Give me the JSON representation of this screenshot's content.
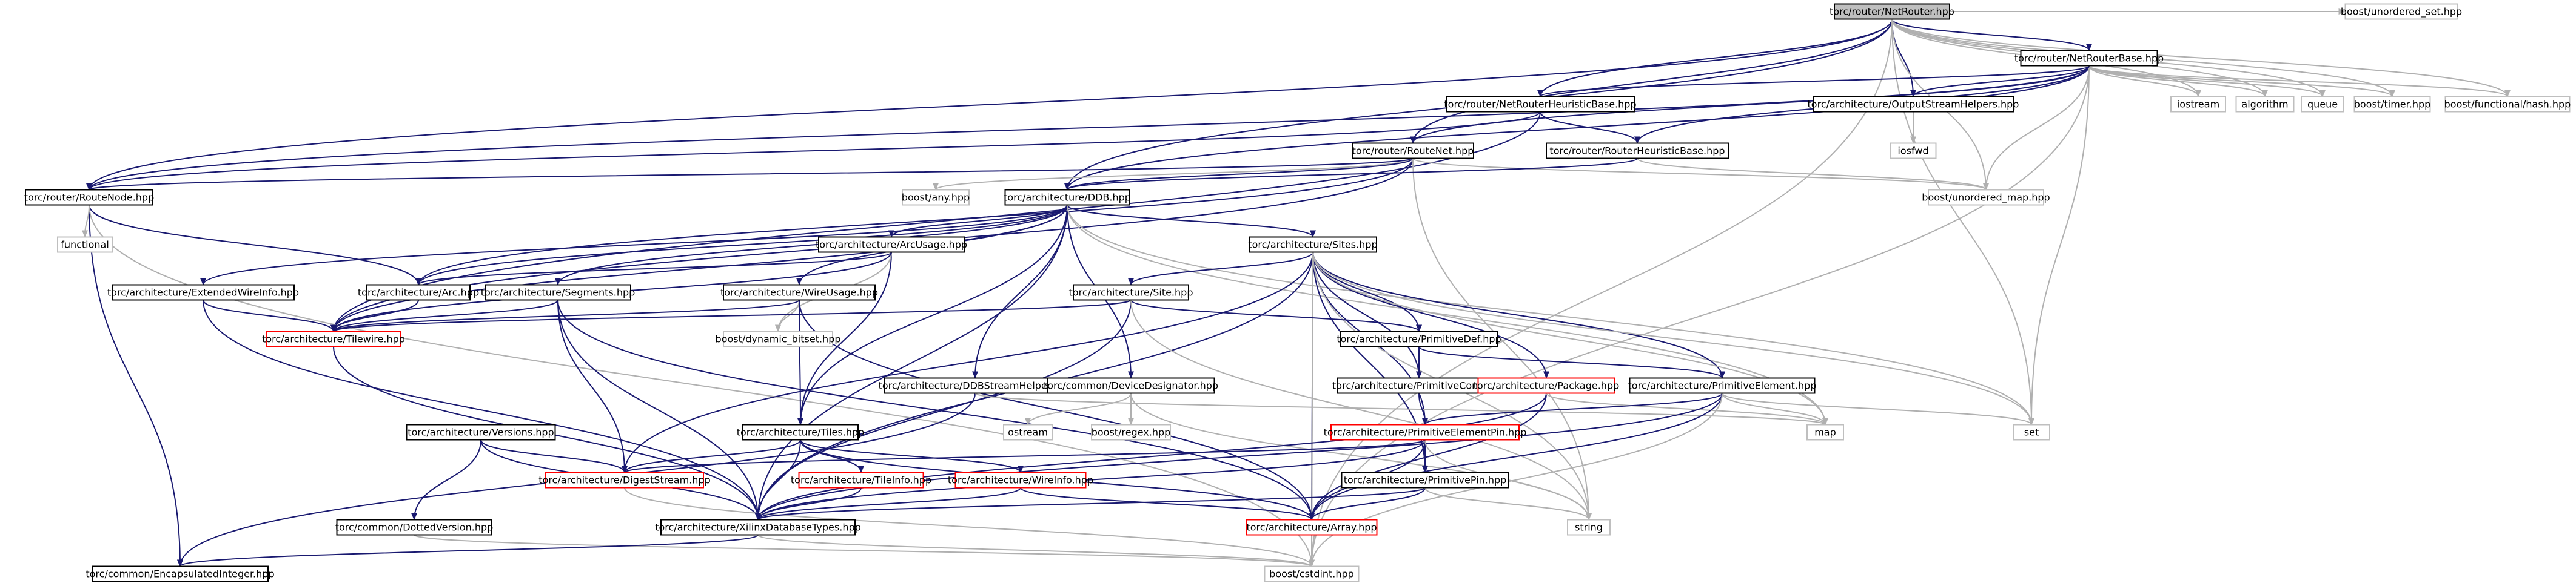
{
  "graph": {
    "colors": {
      "edge": "#191970",
      "edge_light": "#b0b0b0",
      "text": "#000000",
      "box_border": "#000000",
      "box_missing_border": "#bfbfbf",
      "box_external_border": "#ff0000",
      "root_fill": "#bfbfbf",
      "node_fill": "#ffffff"
    },
    "nodes": [
      {
        "id": "router",
        "label": "torc/router/NetRouter.hpp",
        "kind": "root"
      },
      {
        "id": "unordered_set",
        "label": "boost/unordered_set.hpp",
        "kind": "missing"
      },
      {
        "id": "netrouterbase",
        "label": "torc/router/NetRouterBase.hpp",
        "kind": "normal"
      },
      {
        "id": "heurbase",
        "label": "torc/router/NetRouterHeuristicBase.hpp",
        "kind": "normal"
      },
      {
        "id": "outstream",
        "label": "torc/architecture/OutputStreamHelpers.hpp",
        "kind": "normal"
      },
      {
        "id": "iostream",
        "label": "iostream",
        "kind": "missing"
      },
      {
        "id": "algorithm",
        "label": "algorithm",
        "kind": "missing"
      },
      {
        "id": "queue",
        "label": "queue",
        "kind": "missing"
      },
      {
        "id": "timer",
        "label": "boost/timer.hpp",
        "kind": "missing"
      },
      {
        "id": "functionalhash",
        "label": "boost/functional/hash.hpp",
        "kind": "missing"
      },
      {
        "id": "routenet",
        "label": "torc/router/RouteNet.hpp",
        "kind": "normal"
      },
      {
        "id": "routerheur",
        "label": "torc/router/RouterHeuristicBase.hpp",
        "kind": "normal"
      },
      {
        "id": "iosfwd",
        "label": "iosfwd",
        "kind": "missing"
      },
      {
        "id": "routenode",
        "label": "torc/router/RouteNode.hpp",
        "kind": "normal"
      },
      {
        "id": "boostany",
        "label": "boost/any.hpp",
        "kind": "missing"
      },
      {
        "id": "ddb",
        "label": "torc/architecture/DDB.hpp",
        "kind": "normal"
      },
      {
        "id": "unordered_map",
        "label": "boost/unordered_map.hpp",
        "kind": "missing"
      },
      {
        "id": "functional",
        "label": "functional",
        "kind": "missing"
      },
      {
        "id": "arcusage",
        "label": "torc/architecture/ArcUsage.hpp",
        "kind": "normal"
      },
      {
        "id": "sites",
        "label": "torc/architecture/Sites.hpp",
        "kind": "normal"
      },
      {
        "id": "extwire",
        "label": "torc/architecture/ExtendedWireInfo.hpp",
        "kind": "normal"
      },
      {
        "id": "arc",
        "label": "torc/architecture/Arc.hpp",
        "kind": "normal"
      },
      {
        "id": "segments",
        "label": "torc/architecture/Segments.hpp",
        "kind": "normal"
      },
      {
        "id": "wireusage",
        "label": "torc/architecture/WireUsage.hpp",
        "kind": "normal"
      },
      {
        "id": "site",
        "label": "torc/architecture/Site.hpp",
        "kind": "normal"
      },
      {
        "id": "tilewire",
        "label": "torc/architecture/Tilewire.hpp",
        "kind": "external"
      },
      {
        "id": "dynbitset",
        "label": "boost/dynamic_bitset.hpp",
        "kind": "missing"
      },
      {
        "id": "primdef",
        "label": "torc/architecture/PrimitiveDef.hpp",
        "kind": "normal"
      },
      {
        "id": "ddbstream",
        "label": "torc/architecture/DDBStreamHelper.hpp",
        "kind": "normal"
      },
      {
        "id": "devdesig",
        "label": "torc/common/DeviceDesignator.hpp",
        "kind": "normal"
      },
      {
        "id": "primconn",
        "label": "torc/architecture/PrimitiveConn.hpp",
        "kind": "normal"
      },
      {
        "id": "package",
        "label": "torc/architecture/Package.hpp",
        "kind": "external"
      },
      {
        "id": "primelem",
        "label": "torc/architecture/PrimitiveElement.hpp",
        "kind": "normal"
      },
      {
        "id": "versions",
        "label": "torc/architecture/Versions.hpp",
        "kind": "normal"
      },
      {
        "id": "tiles",
        "label": "torc/architecture/Tiles.hpp",
        "kind": "normal"
      },
      {
        "id": "ostream",
        "label": "ostream",
        "kind": "missing"
      },
      {
        "id": "regex",
        "label": "boost/regex.hpp",
        "kind": "missing"
      },
      {
        "id": "primelempin",
        "label": "torc/architecture/PrimitiveElementPin.hpp",
        "kind": "external"
      },
      {
        "id": "map",
        "label": "map",
        "kind": "missing"
      },
      {
        "id": "set",
        "label": "set",
        "kind": "missing"
      },
      {
        "id": "digest",
        "label": "torc/architecture/DigestStream.hpp",
        "kind": "external"
      },
      {
        "id": "tileinfo",
        "label": "torc/architecture/TileInfo.hpp",
        "kind": "external"
      },
      {
        "id": "wireinfo",
        "label": "torc/architecture/WireInfo.hpp",
        "kind": "external"
      },
      {
        "id": "primpin",
        "label": "torc/architecture/PrimitivePin.hpp",
        "kind": "normal"
      },
      {
        "id": "string",
        "label": "string",
        "kind": "missing"
      },
      {
        "id": "dotted",
        "label": "torc/common/DottedVersion.hpp",
        "kind": "normal"
      },
      {
        "id": "xdbtypes",
        "label": "torc/architecture/XilinxDatabaseTypes.hpp",
        "kind": "normal"
      },
      {
        "id": "array",
        "label": "torc/architecture/Array.hpp",
        "kind": "external"
      },
      {
        "id": "encint",
        "label": "torc/common/EncapsulatedInteger.hpp",
        "kind": "normal"
      },
      {
        "id": "cstdint",
        "label": "boost/cstdint.hpp",
        "kind": "missing"
      }
    ]
  }
}
